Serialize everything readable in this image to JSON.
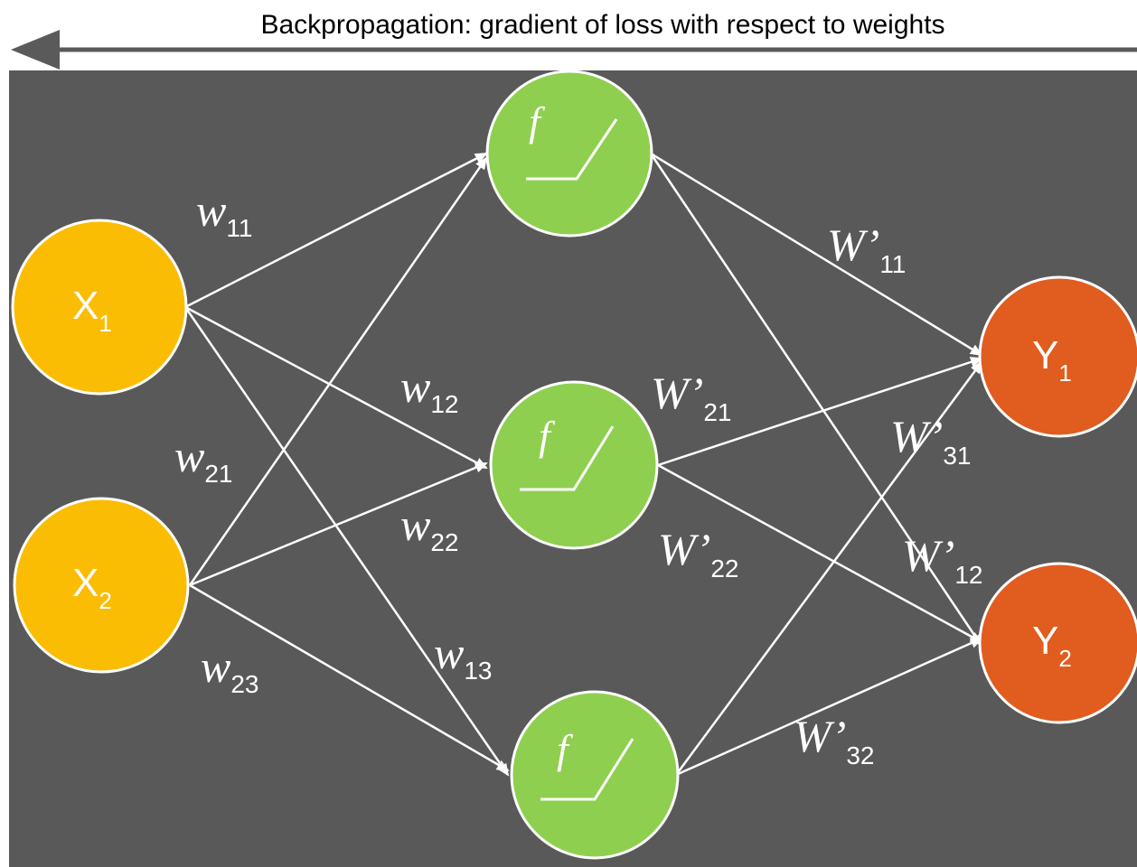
{
  "title": "Backpropagation: gradient of loss with respect to weights",
  "colors": {
    "background": "#595959",
    "input": "#fbbc04",
    "hidden": "#8fcf4f",
    "output": "#e05c1f",
    "edge": "#ffffff",
    "arrow": "#5a5a5a"
  },
  "nodes": {
    "inputs": [
      {
        "main": "X",
        "sub": "1"
      },
      {
        "main": "X",
        "sub": "2"
      }
    ],
    "hidden": [
      {
        "glyph": "f"
      },
      {
        "glyph": "f"
      },
      {
        "glyph": "f"
      }
    ],
    "outputs": [
      {
        "main": "Y",
        "sub": "1"
      },
      {
        "main": "Y",
        "sub": "2"
      }
    ]
  },
  "weights": [
    {
      "main": "w",
      "sub": "11"
    },
    {
      "main": "w",
      "sub": "12"
    },
    {
      "main": "w",
      "sub": "21"
    },
    {
      "main": "w",
      "sub": "22"
    },
    {
      "main": "w",
      "sub": "23"
    },
    {
      "main": "w",
      "sub": "13"
    },
    {
      "main": "W’",
      "sub": "11"
    },
    {
      "main": "W’",
      "sub": "21"
    },
    {
      "main": "W’",
      "sub": "31"
    },
    {
      "main": "W’",
      "sub": "22"
    },
    {
      "main": "W’",
      "sub": "12"
    },
    {
      "main": "W’",
      "sub": "32"
    }
  ]
}
